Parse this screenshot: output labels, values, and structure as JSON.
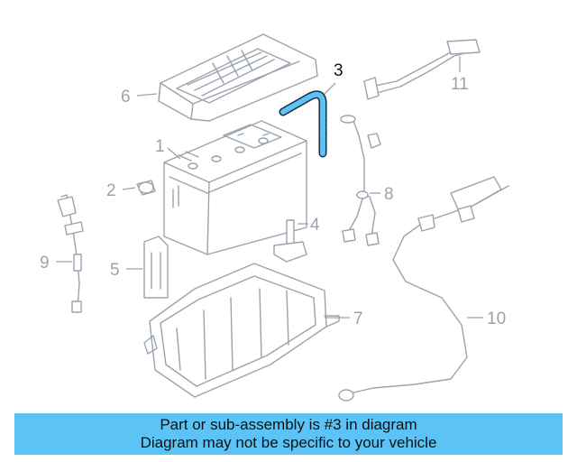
{
  "diagram": {
    "callouts": [
      {
        "id": "1",
        "label": "1"
      },
      {
        "id": "2",
        "label": "2"
      },
      {
        "id": "3",
        "label": "3"
      },
      {
        "id": "4",
        "label": "4"
      },
      {
        "id": "5",
        "label": "5"
      },
      {
        "id": "6",
        "label": "6"
      },
      {
        "id": "7",
        "label": "7"
      },
      {
        "id": "8",
        "label": "8"
      },
      {
        "id": "9",
        "label": "9"
      },
      {
        "id": "10",
        "label": "10"
      },
      {
        "id": "11",
        "label": "11"
      }
    ],
    "highlighted_part": "3",
    "colors": {
      "highlight": "#5bc3f5",
      "line_art": "#9aa3ad",
      "banner": "#5bc3f5"
    }
  },
  "banner": {
    "line1": "Part or sub-assembly is #3 in diagram",
    "line2": "Diagram may not be specific to your vehicle"
  }
}
